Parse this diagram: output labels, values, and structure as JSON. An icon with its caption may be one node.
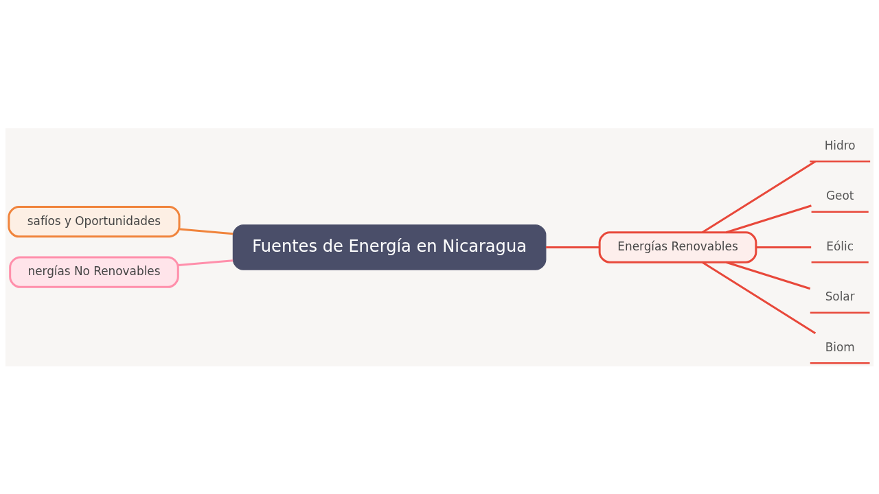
{
  "diagram": {
    "nodes": [
      {
        "text": [
          "Fuentes de Energía en Nicaragua"
        ]
      },
      {
        "text": [
          "Energías Renovables"
        ]
      },
      {
        "text": [
          "Hidro"
        ]
      },
      {
        "text": [
          "Geot"
        ]
      },
      {
        "text": [
          "Eólic"
        ]
      },
      {
        "text": [
          "Solar"
        ]
      },
      {
        "text": [
          "Biom"
        ]
      },
      {
        "text": [
          "safíos y Oportunidades"
        ]
      },
      {
        "text": [
          "nergías No Renovables"
        ]
      }
    ],
    "edges": [
      {
        "from": 0,
        "to": 1,
        "arrow": "none"
      },
      {
        "from": 1,
        "to": 2,
        "arrow": "none"
      },
      {
        "from": 1,
        "to": 3,
        "arrow": "none"
      },
      {
        "from": 1,
        "to": 4,
        "arrow": "none"
      },
      {
        "from": 1,
        "to": 5,
        "arrow": "none"
      },
      {
        "from": 1,
        "to": 6,
        "arrow": "none"
      },
      {
        "from": 0,
        "to": 7,
        "arrow": "none",
        "color": "#f0843c"
      },
      {
        "from": 0,
        "to": 8,
        "arrow": "none",
        "color": "#ff8fab"
      }
    ]
  }
}
